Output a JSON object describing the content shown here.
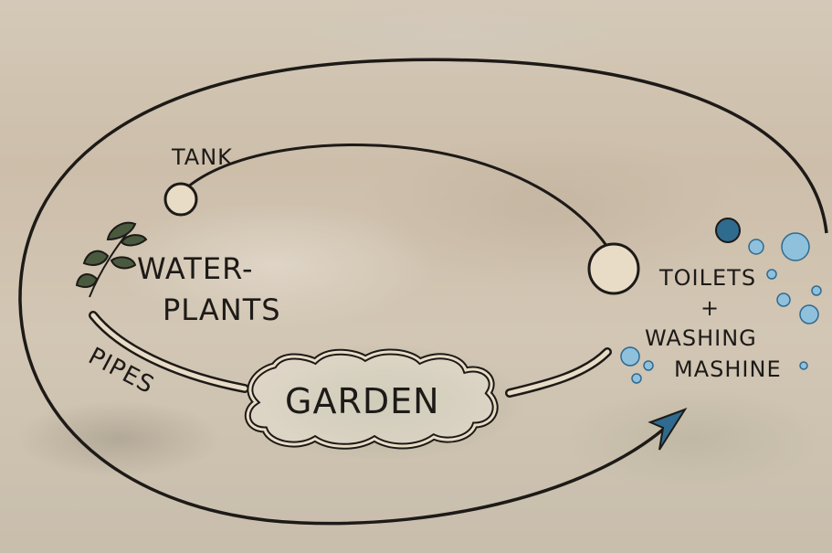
{
  "labels": {
    "tank": "TANK",
    "water_plants_line1": "WATER-",
    "water_plants_line2": "PLANTS",
    "pipes": "PIPES",
    "garden": "GARDEN",
    "toilets_line1": "TOILETS",
    "toilets_plus": "+",
    "toilets_line2": "WASHING",
    "toilets_line3": "MASHINE"
  },
  "colors": {
    "line": "#1d1a17",
    "node_fill": "#e9dcc6",
    "blue_dark": "#2f6a8f",
    "blue_light": "#8fc0dc",
    "plant": "#4a5a3e"
  }
}
